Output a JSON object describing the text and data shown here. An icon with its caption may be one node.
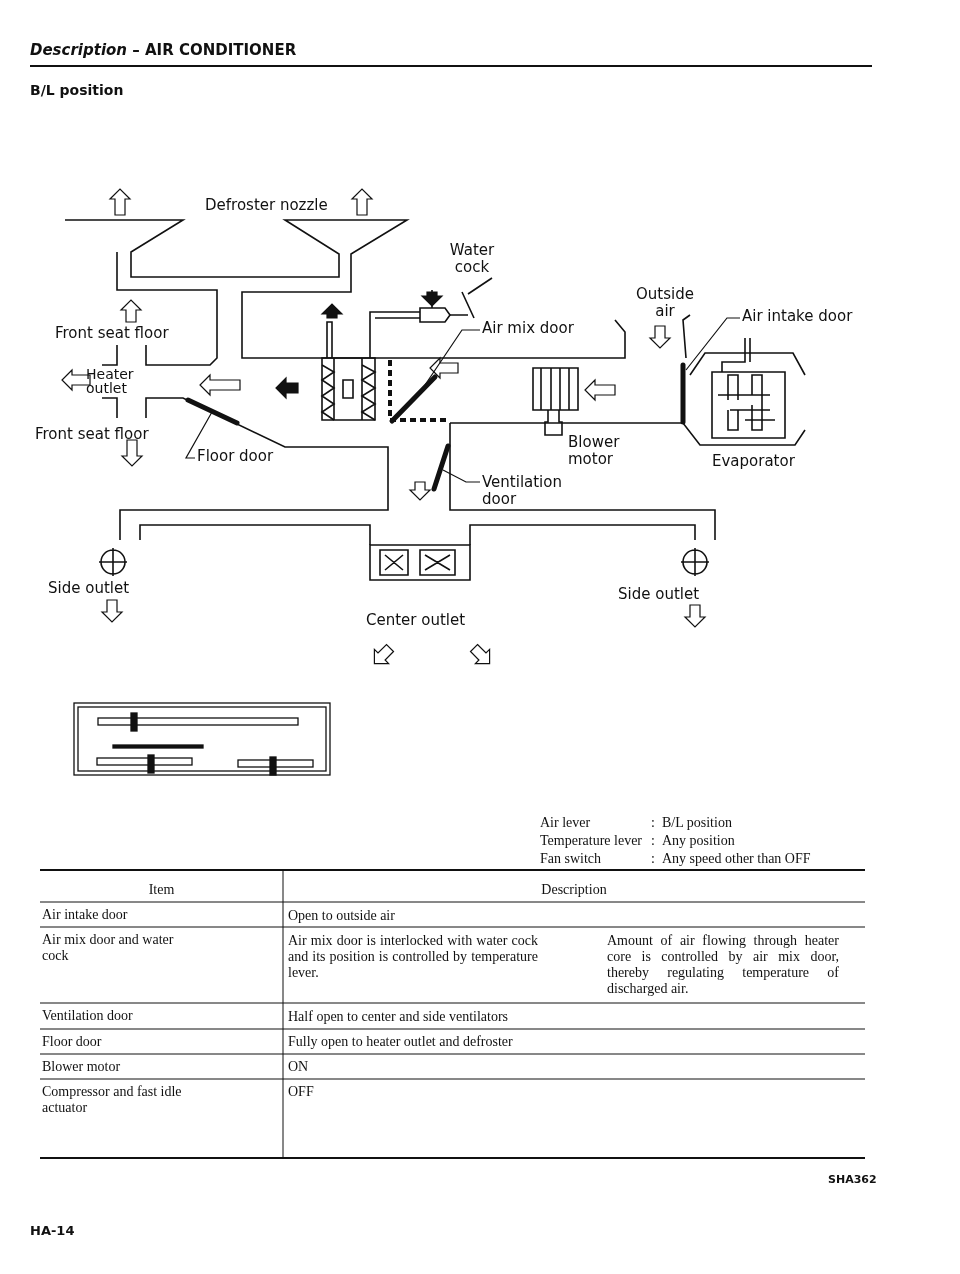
{
  "diagram": {
    "title": "B/L position",
    "nodes": [
      {
        "text": [
          "Floor door"
        ]
      },
      {
        "text": [],
        "shape": "bar"
      },
      {
        "text": [
          "Air mix door"
        ]
      },
      {
        "text": [],
        "shape": "bar"
      },
      {
        "text": [
          "Ventilation door"
        ]
      },
      {
        "text": [],
        "shape": "bar"
      },
      {
        "text": [
          "Air intake door"
        ]
      },
      {
        "text": [],
        "shape": "bar"
      }
    ],
    "edges": [
      {
        "from": 0,
        "to": 1,
        "arrow": "none"
      },
      {
        "from": 2,
        "to": 3,
        "arrow": "none"
      },
      {
        "from": 4,
        "to": 5,
        "arrow": "none"
      },
      {
        "from": 6,
        "to": 7,
        "arrow": "none"
      }
    ],
    "labels": [
      "*Description* – AIR CONDITIONER",
      "Defroster nozzle",
      "Water cock",
      "Outside air",
      "Front seat floor",
      "Heater outlet",
      "Front seat floor",
      "Blower motor",
      "Evaporator",
      "Side outlet",
      "Side outlet",
      "Center outlet",
      "Air lever",
      ":",
      "B/L position",
      "Temperature lever",
      ":",
      "Any position",
      "Fan switch",
      ":",
      "Any speed other than OFF",
      "Item",
      "Description",
      "Air intake door",
      "Open to outside air",
      "Air mix door and water cock",
      "Air mix door is interlocked with water cock and its position is controlled by temperature lever.",
      "Amount of air flowing through heater core is controlled by air mix door, thereby regulating temperature of discharged air.",
      "Ventilation door",
      "Half open to center and side ventilators",
      "Floor door",
      "Fully open to heater outlet and defroster",
      "Blower motor",
      "ON",
      "Compressor and fast idle actuator",
      "OFF",
      "SHA362",
      "HA-14"
    ]
  }
}
